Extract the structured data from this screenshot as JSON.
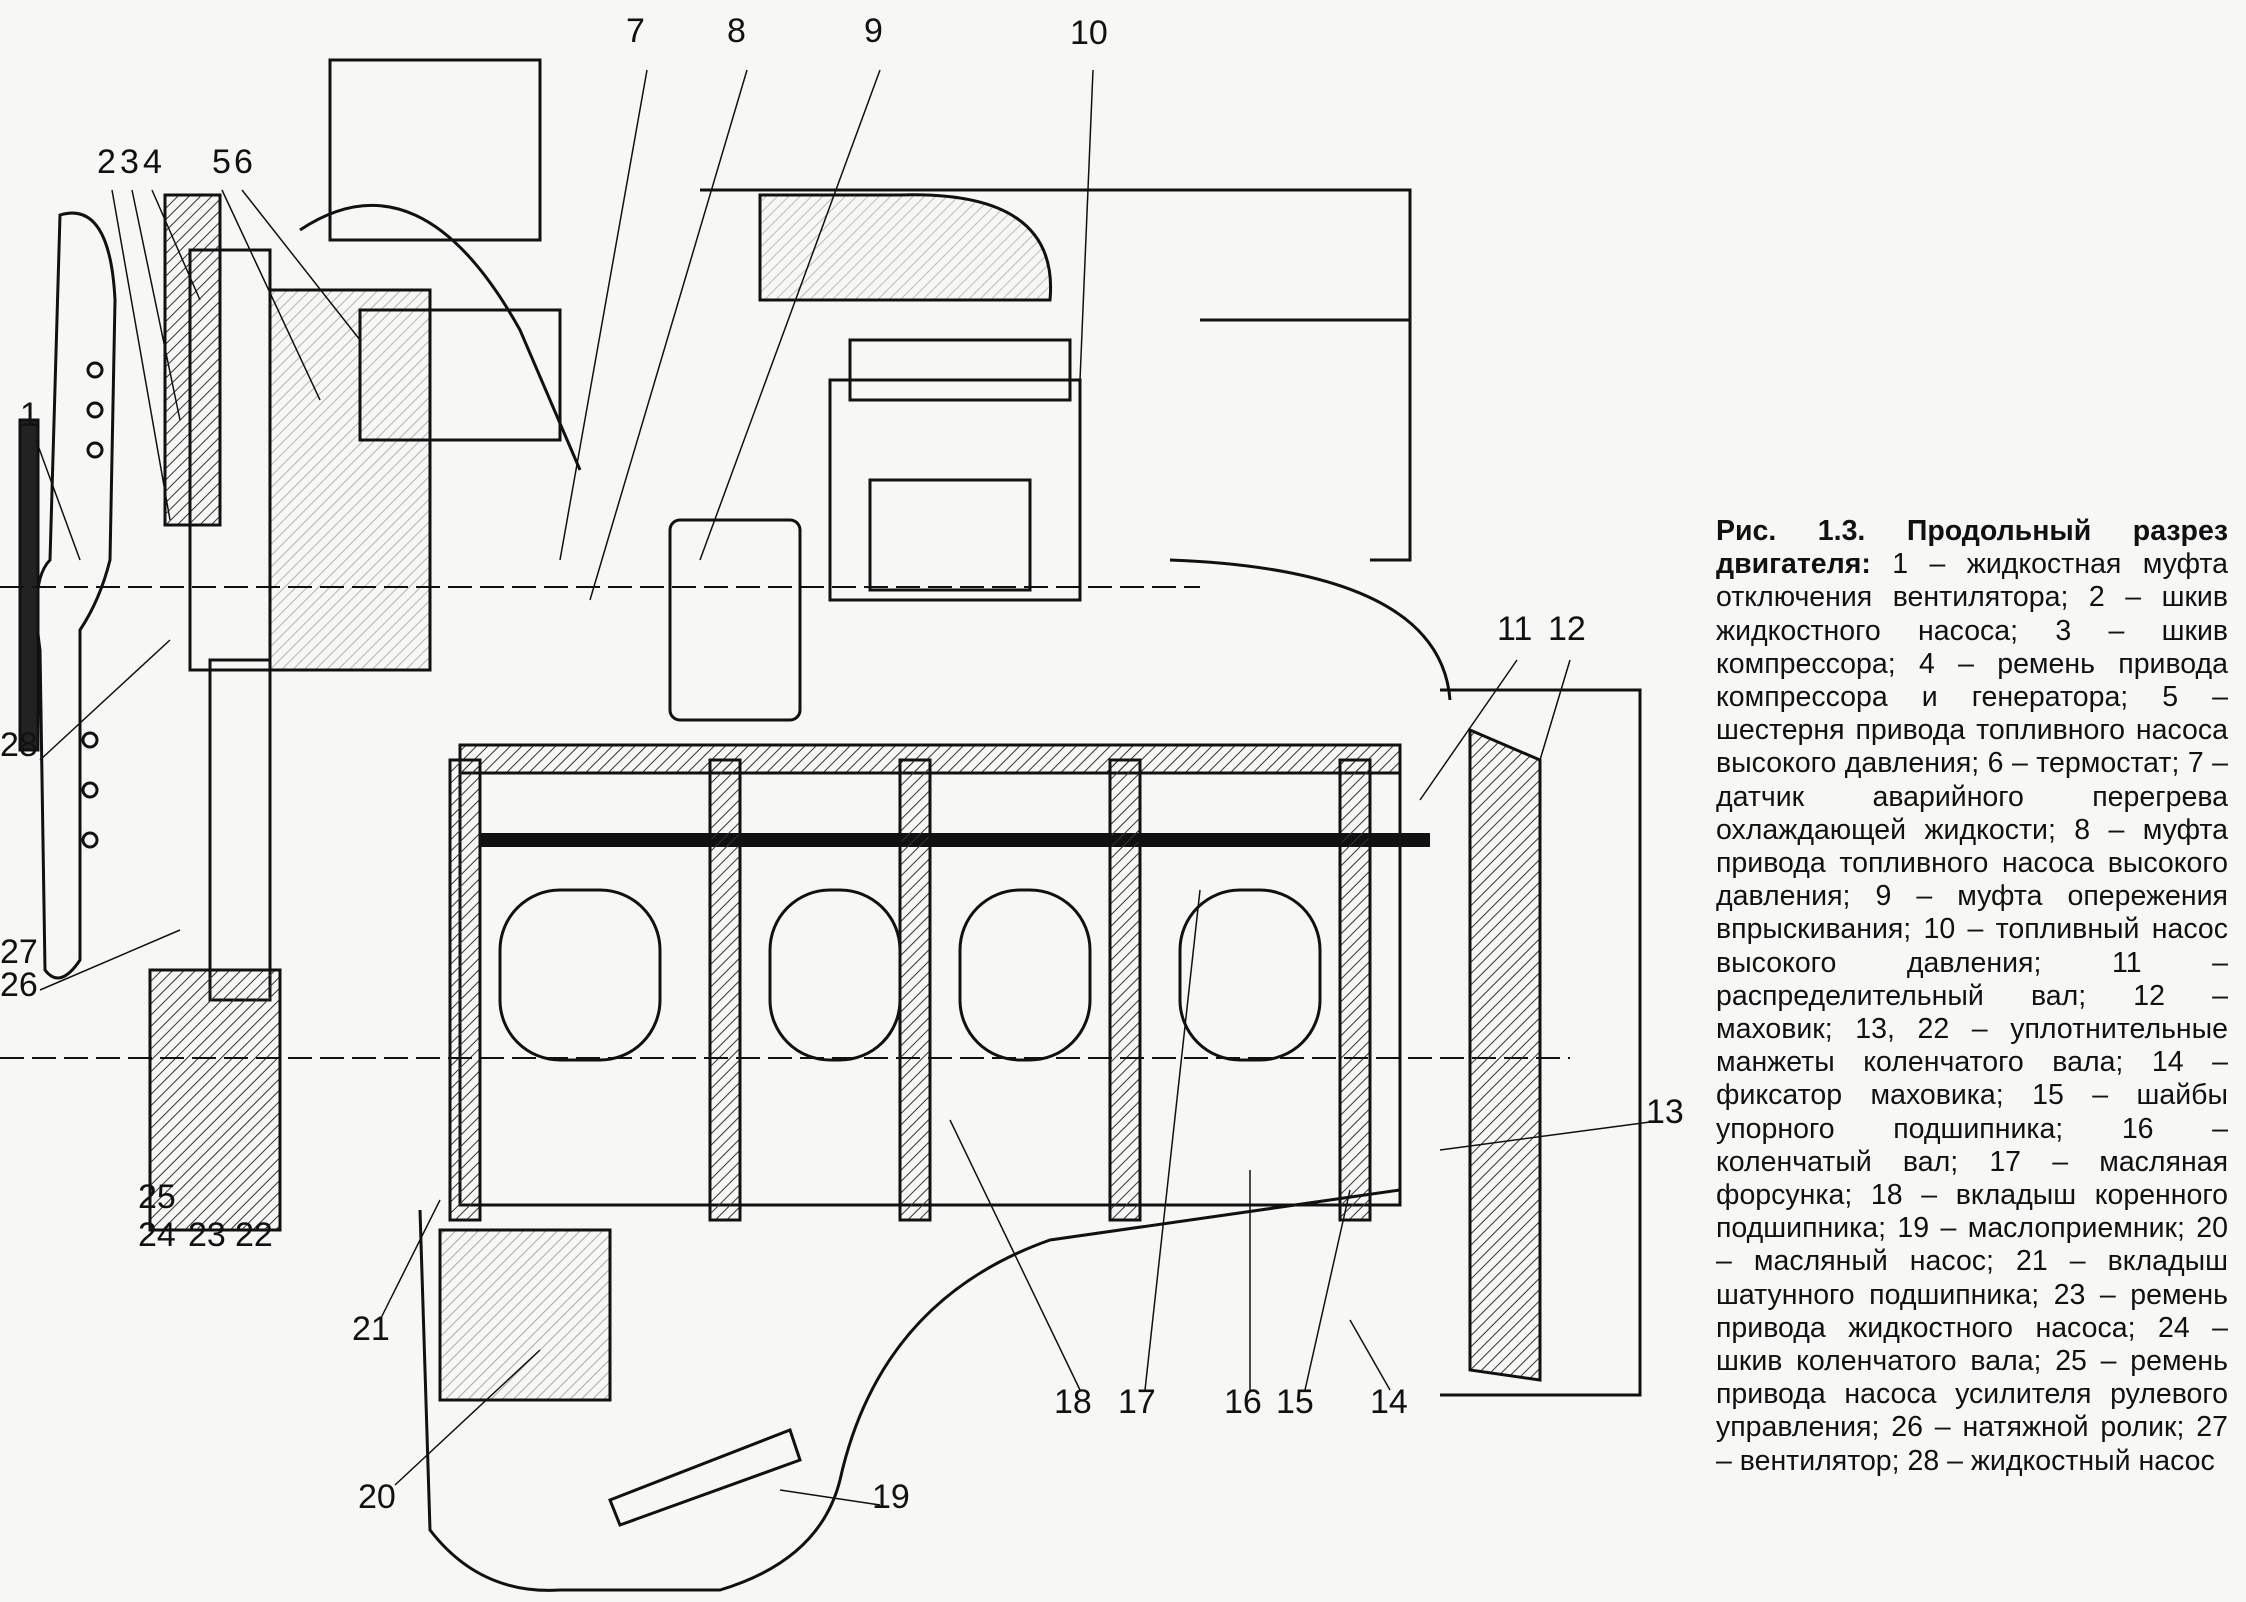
{
  "figure": {
    "title": "Рис. 1.3. Продольный разрез двигателя:",
    "legend": [
      {
        "num": "1",
        "text": "жидкостная муфта отключения вентилятора"
      },
      {
        "num": "2",
        "text": "шкив жидкостного насоса"
      },
      {
        "num": "3",
        "text": "шкив компрессора"
      },
      {
        "num": "4",
        "text": "ремень привода компрессора и генератора"
      },
      {
        "num": "5",
        "text": "шестерня привода топливного насоса высокого давления"
      },
      {
        "num": "6",
        "text": "термостат"
      },
      {
        "num": "7",
        "text": "датчик аварийного перегрева охлаждающей жидкости"
      },
      {
        "num": "8",
        "text": "муфта привода топливного насоса высокого давления"
      },
      {
        "num": "9",
        "text": "муфта опережения впрыскивания"
      },
      {
        "num": "10",
        "text": "топливный насос высокого давления"
      },
      {
        "num": "11",
        "text": "распределительный вал"
      },
      {
        "num": "12",
        "text": "маховик"
      },
      {
        "num": "13, 22",
        "text": "уплотнительные манжеты коленчатого вала"
      },
      {
        "num": "14",
        "text": "фиксатор маховика"
      },
      {
        "num": "15",
        "text": "шайбы упорного подшипника"
      },
      {
        "num": "16",
        "text": "коленчатый вал"
      },
      {
        "num": "17",
        "text": "масляная форсунка"
      },
      {
        "num": "18",
        "text": "вкладыш коренного подшипника"
      },
      {
        "num": "19",
        "text": "маслоприемник"
      },
      {
        "num": "20",
        "text": "масляный насос"
      },
      {
        "num": "21",
        "text": "вкладыш шатунного подшипника"
      },
      {
        "num": "23",
        "text": "ремень привода жидкостного насоса"
      },
      {
        "num": "24",
        "text": "шкив коленчатого вала"
      },
      {
        "num": "25",
        "text": "ремень привода насоса усилителя рулевого управления"
      },
      {
        "num": "26",
        "text": "натяжной ролик"
      },
      {
        "num": "27",
        "text": "вентилятор"
      },
      {
        "num": "28",
        "text": "жидкостный насос"
      }
    ],
    "caption_lines": [
      "Рис. 1.3. Продольный разрез",
      "двигателя: 1 – жидкостная муфта",
      "отключения вентилятора; 2 – шкив",
      "жидкостного насоса; 3 – шкив ком-",
      "прессора; 4 – ремень привода ком-",
      "прессора и генератора; 5 – шес-",
      "терня привода топливного насоса",
      "высокого давления; 6 – термостат;",
      "7 – датчик аварийного перегрева",
      "охлаждающей жидкости; 8 – муфта",
      "привода топливного насоса высо-",
      "кого давления; 9 – муфта опереже-",
      "ния впрыскивания; 10 – топливный",
      "насос высокого давления; 11 – рас-",
      "пределительный вал; 12 – маховик;",
      "13, 22 – уплотнительные манжеты",
      "коленчатого вала; 14 – фиксатор",
      "маховика; 15 – шайбы упорного",
      "подшипника; 16 – коленчатый вал;",
      "17 – масляная форсунка; 18 – вкла-",
      "дыш коренного подшипника;",
      "19 – маслоприемник; 20 – масля-",
      "ный насос; 21 – вкладыш шатунно-",
      "го подшипника; 23 – ремень приво-",
      "да жидкостного насоса; 24 – шкив",
      "коленчатого вала; 25 – ремень при-",
      "вода насоса усилителя рулевого",
      "управления; 26 – натяжной ролик;",
      "27 – вентилятор; 28 – жидкостный",
      "насос"
    ]
  },
  "callouts": [
    "1",
    "2",
    "3",
    "4",
    "5",
    "6",
    "7",
    "8",
    "9",
    "10",
    "11",
    "12",
    "13",
    "14",
    "15",
    "16",
    "17",
    "18",
    "19",
    "20",
    "21",
    "22",
    "23",
    "24",
    "25",
    "26",
    "27",
    "28"
  ],
  "colors": {
    "ink": "#111111",
    "paper": "#f7f7f5",
    "hatch": "#333333"
  }
}
